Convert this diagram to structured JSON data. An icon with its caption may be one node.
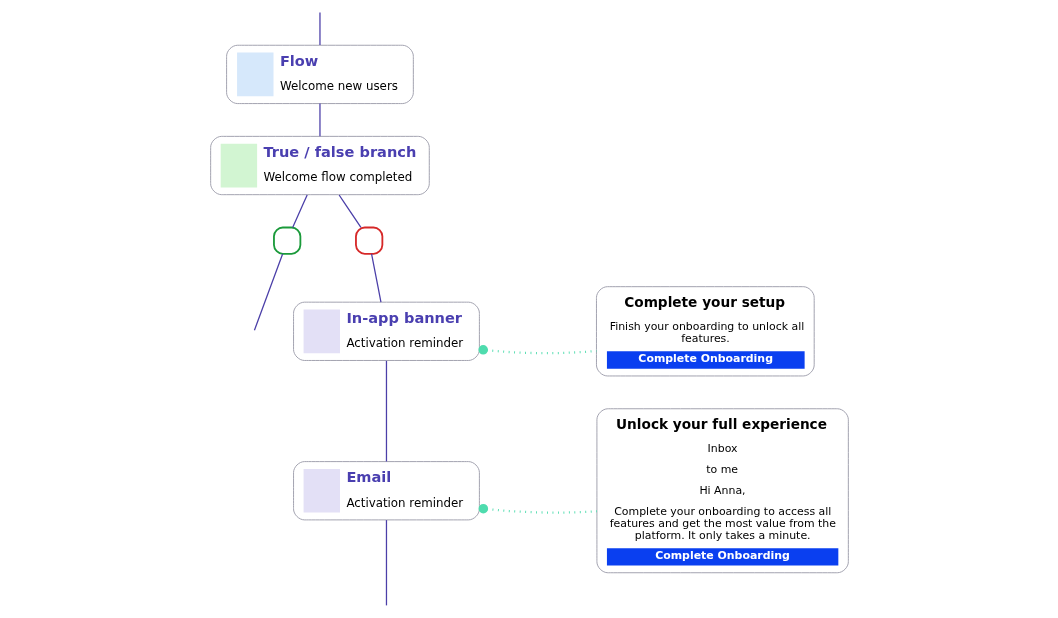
{
  "diagram": {
    "nodes": [
      {
        "text": [
          "Flow",
          "Welcome new users"
        ]
      },
      {
        "text": [
          "True / false branch",
          "Welcome flow completed"
        ]
      },
      {
        "text": [],
        "shape": "box"
      },
      {
        "text": [],
        "shape": "box"
      },
      {
        "text": [
          "In-app banner",
          "Activation reminder"
        ]
      },
      {
        "text": [
          "Email",
          "Activation reminder"
        ]
      },
      {
        "text": [
          "Complete your setup",
          "Finish your onboarding to unlock all features.",
          "Complete Onboarding"
        ]
      },
      {
        "text": [
          "Unlock your full experience",
          "Inbox",
          "to me",
          "Hi Anna,",
          "Complete your onboarding to access all features and get the most value from the platform. It only takes a minute.",
          "Complete Onboarding"
        ]
      }
    ],
    "edges": [
      {
        "from": null,
        "to": 0,
        "arrow": "none"
      },
      {
        "from": 0,
        "to": 1,
        "arrow": "none"
      },
      {
        "from": 1,
        "to": 2,
        "arrow": "none"
      },
      {
        "from": 2,
        "to": null,
        "arrow": "none"
      },
      {
        "from": 1,
        "to": 3,
        "arrow": "none"
      },
      {
        "from": 3,
        "to": 4,
        "arrow": "none"
      },
      {
        "from": 4,
        "to": 5,
        "arrow": "none"
      },
      {
        "from": 5,
        "to": null,
        "arrow": "none"
      },
      {
        "from": 4,
        "to": 6,
        "arrow": "other",
        "style": "dashed",
        "color": "#4fdcae"
      },
      {
        "from": 5,
        "to": 7,
        "arrow": "other",
        "style": "dashed",
        "color": "#4fdcae"
      }
    ]
  }
}
